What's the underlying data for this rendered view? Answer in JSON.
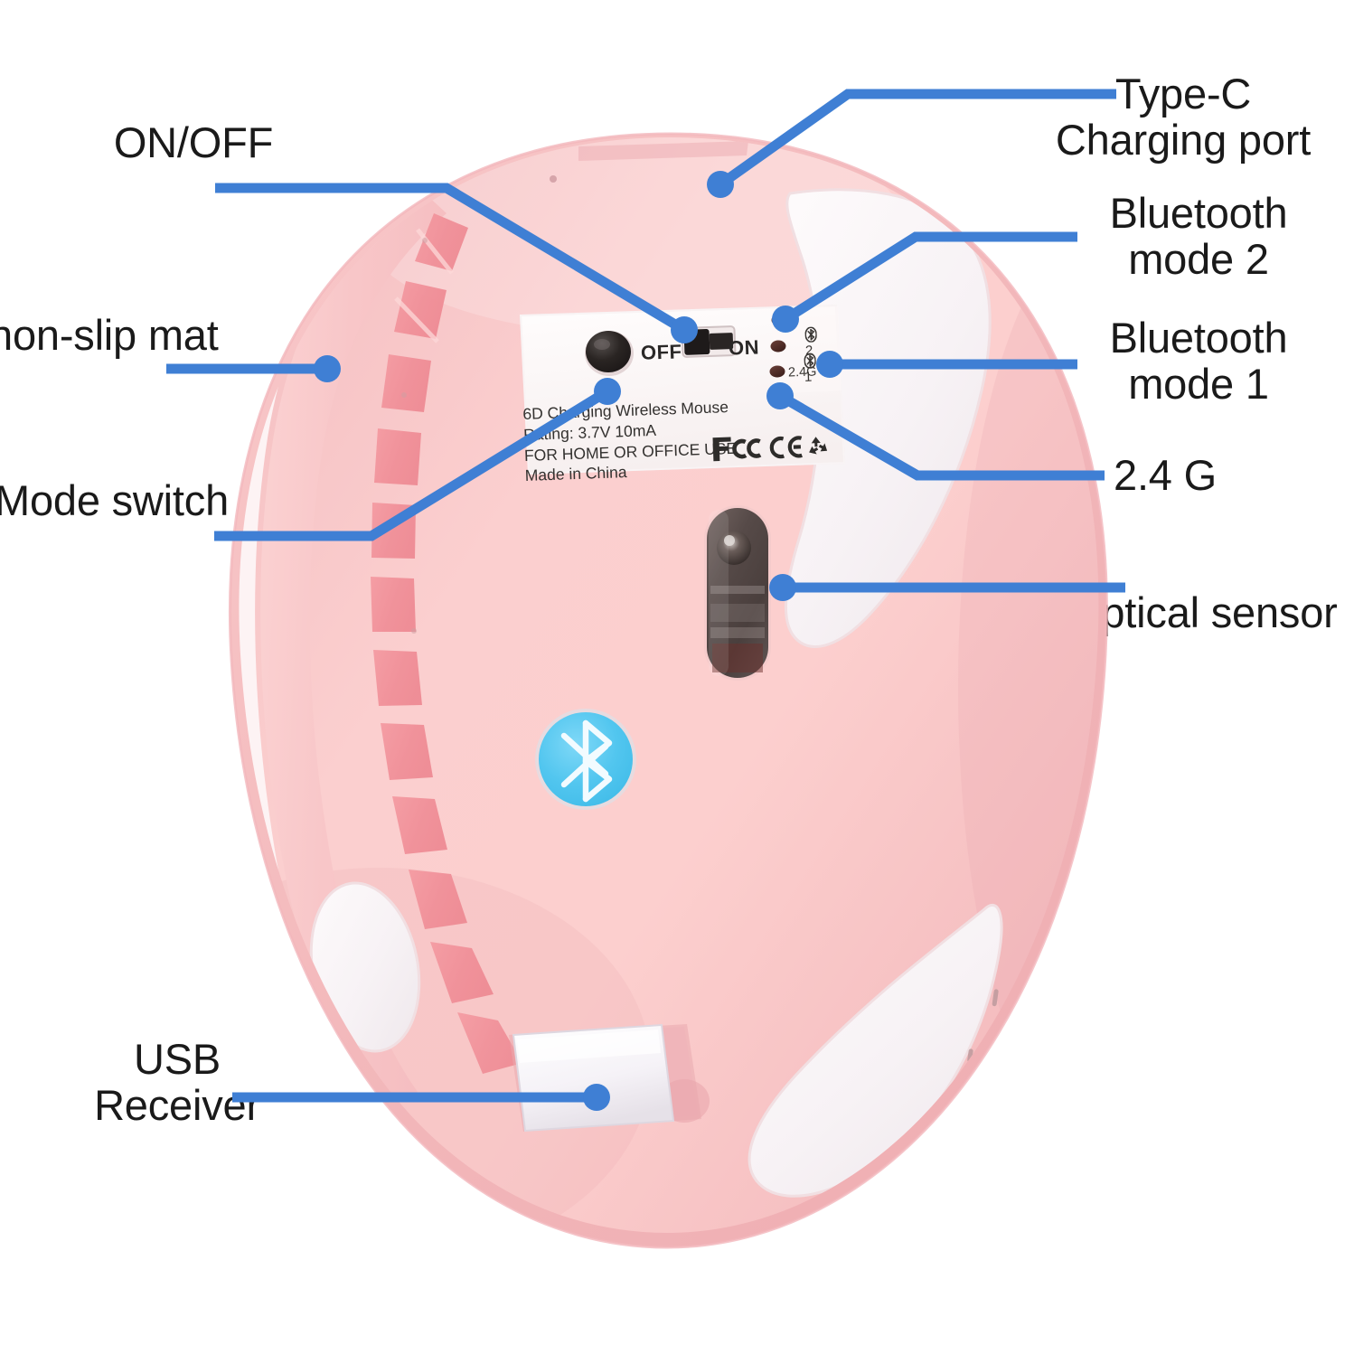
{
  "image": {
    "subject": "wireless-mouse-underside-annotated-diagram",
    "background_color": "#ffffff",
    "body_color": "#f7c4c4",
    "callout_color": "#3f7fd4",
    "label_text_color": "#1a1a1a",
    "bluetooth_badge_color": "#5ac8f0"
  },
  "callouts": [
    {
      "id": "on-off",
      "label": "ON/OFF",
      "lines": [
        "ON/OFF"
      ],
      "align": "center",
      "target": "power-slide-switch"
    },
    {
      "id": "type-c",
      "label": "Type-C Charging port",
      "lines": [
        "Type-C",
        "Charging port"
      ],
      "align": "center",
      "target": "charging-port-area"
    },
    {
      "id": "bluetooth-mode-2",
      "label": "Bluetooth mode 2",
      "lines": [
        "Bluetooth",
        "mode 2"
      ],
      "align": "center",
      "target": "led-bluetooth-2"
    },
    {
      "id": "bluetooth-mode-1",
      "label": "Bluetooth mode 1",
      "lines": [
        "Bluetooth",
        "mode 1"
      ],
      "align": "center",
      "target": "led-bluetooth-1"
    },
    {
      "id": "non-slip-mat",
      "label": "non-slip mat",
      "lines": [
        "non-slip mat"
      ],
      "align": "left",
      "target": "non-slip-ribbing"
    },
    {
      "id": "mode-switch",
      "label": "Mode switch",
      "lines": [
        "Mode switch"
      ],
      "align": "left",
      "target": "mode-button"
    },
    {
      "id": "2-4g",
      "label": "2.4 G",
      "lines": [
        "2.4 G"
      ],
      "align": "left",
      "target": "led-24g"
    },
    {
      "id": "optical-sensor",
      "label": "Optical sensor",
      "lines": [
        "Optical sensor"
      ],
      "align": "left",
      "target": "optical-sensor-window"
    },
    {
      "id": "usb-receiver",
      "label": "USB Receiver",
      "lines": [
        "USB",
        "Receiver"
      ],
      "align": "center",
      "target": "usb-dongle"
    }
  ],
  "product_sticker": {
    "lines": [
      "6D Charging Wireless Mouse",
      "Rating: 3.7V 10mA",
      "FOR HOME OR OFFICE USE",
      "Made in China"
    ],
    "cert_marks": [
      "FCC",
      "CE",
      "recycle"
    ]
  },
  "switch": {
    "off_label": "OFF",
    "on_label": "ON",
    "position": "off"
  },
  "led_indicators": [
    {
      "id": "led-bluetooth-2",
      "label": "2",
      "icon": "bluetooth-icon",
      "state": "off"
    },
    {
      "id": "led-bluetooth-1",
      "label": "1",
      "icon": "bluetooth-icon",
      "state": "off"
    },
    {
      "id": "led-24g",
      "label": "2.4G",
      "icon": "none",
      "state": "off"
    }
  ],
  "bluetooth_badge": {
    "icon": "bluetooth-icon",
    "color": "#5ac8f0"
  }
}
